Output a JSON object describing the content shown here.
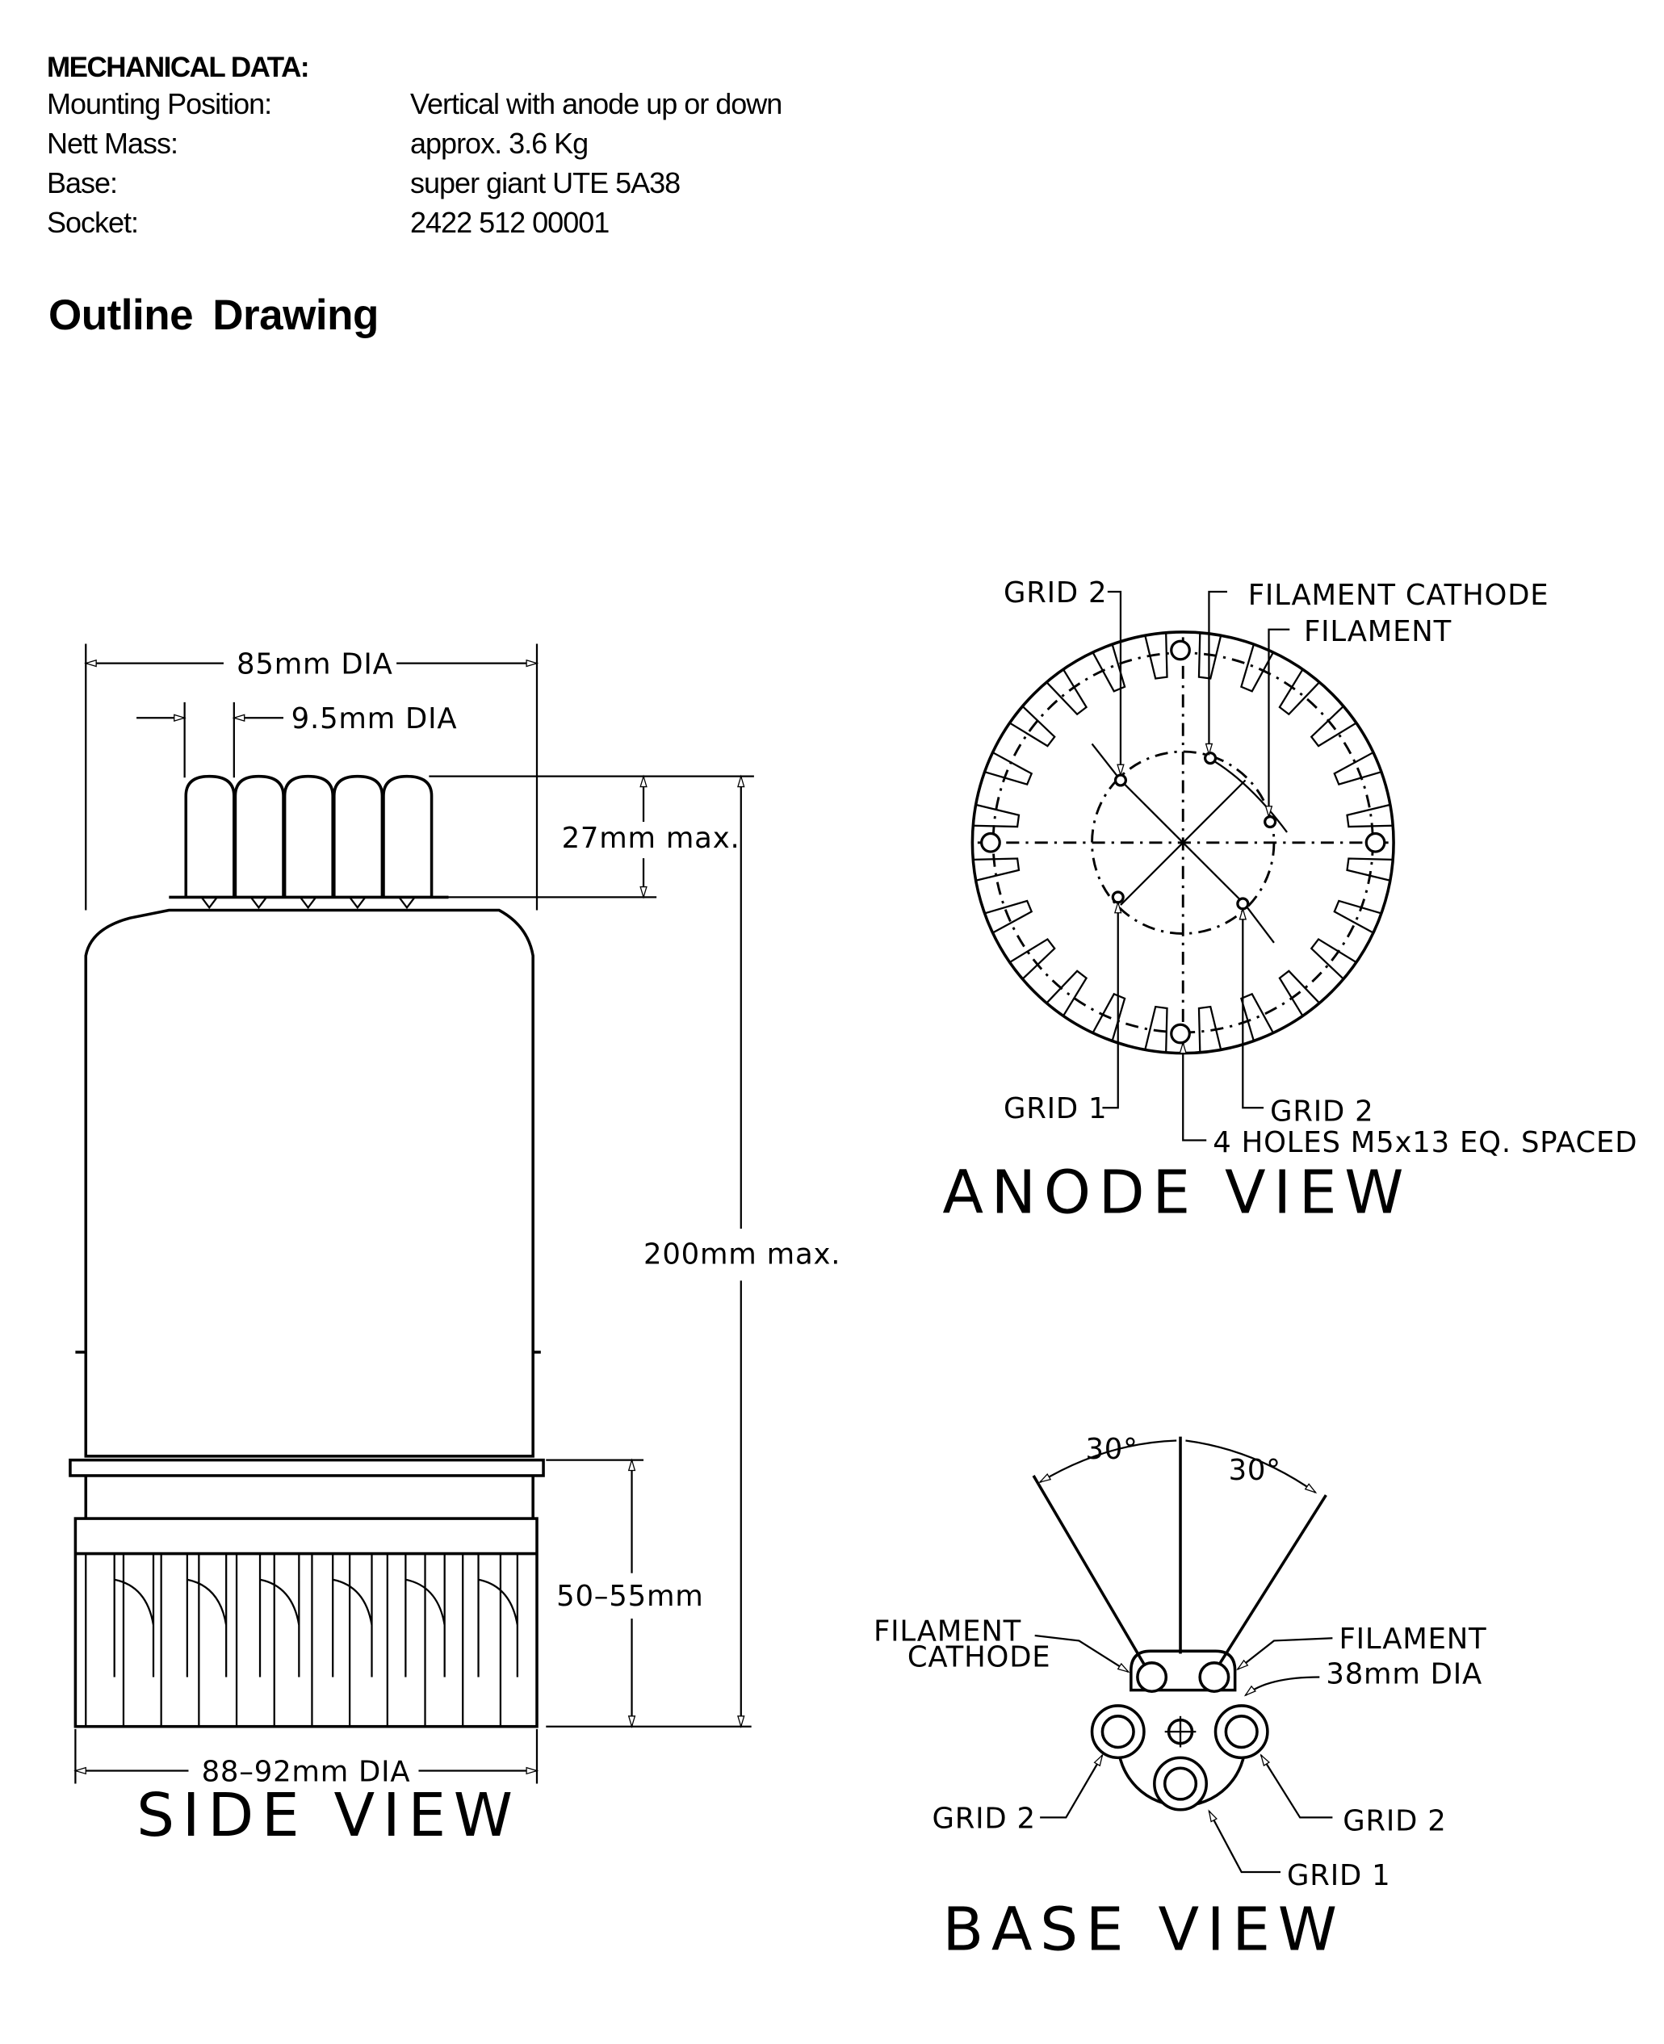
{
  "mechanical": {
    "heading": "MECHANICAL DATA:",
    "rows": [
      {
        "label": "Mounting Position:",
        "value": "Vertical with anode up or down"
      },
      {
        "label": "Nett Mass:",
        "value": "approx. 3.6 Kg"
      },
      {
        "label": "Base:",
        "value": "super giant UTE 5A38"
      },
      {
        "label": "Socket:",
        "value": "2422 512 00001"
      }
    ]
  },
  "outline_title": "Outline Drawing",
  "side_view": {
    "title": "SIDE VIEW",
    "dia_85": "85mm DIA",
    "dia_9_5": "9.5mm DIA",
    "h_27": "27mm max.",
    "h_200": "200mm max.",
    "h_50_55": "50–55mm",
    "dia_88_92": "88–92mm DIA"
  },
  "anode_view": {
    "title": "ANODE VIEW",
    "grid2_top": "GRID 2",
    "filament_cathode": "FILAMENT CATHODE",
    "filament": "FILAMENT",
    "grid1": "GRID 1",
    "grid2_bottom": "GRID 2",
    "holes": "4 HOLES M5x13 EQ. SPACED"
  },
  "base_view": {
    "title": "BASE VIEW",
    "angle_left": "30°",
    "angle_right": "30°",
    "filament_cathode_1": "FILAMENT",
    "filament_cathode_2": "CATHODE",
    "filament": "FILAMENT",
    "dia_38": "38mm DIA",
    "grid2_left": "GRID 2",
    "grid2_right": "GRID 2",
    "grid1": "GRID 1"
  }
}
